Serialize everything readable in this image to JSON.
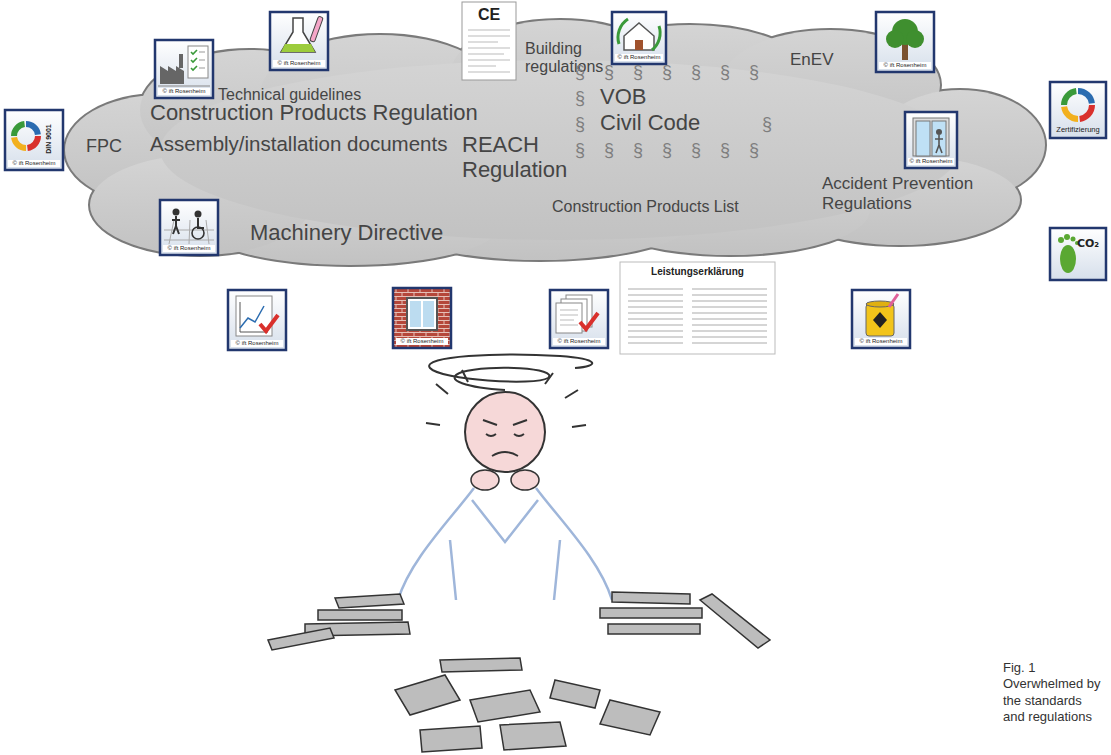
{
  "diagram": {
    "caption": "Fig. 1 Overwhelmed by the standards and regulations",
    "nodes": [
      {
        "text": [
          "Technical guidelines",
          "Building regulations",
          "Construction Products Regulation",
          "Assembly/installation documents",
          "FPC",
          "REACH Regulation",
          "§ § § § § § §",
          "§",
          "VOB",
          "§",
          "Civil Code",
          "§",
          "§ § § § § § §",
          "EnEV",
          "Construction Products List",
          "Accident Prevention Regulations",
          "Machinery Directive"
        ]
      }
    ],
    "labels": [
      "DIN 9001",
      "© ift Rosenheim",
      "© ift Rosenheim",
      "© ift Rosenheim",
      "© ift Rosenheim",
      "© ift Rosenheim",
      "© ift Rosenheim",
      "© ift Rosenheim",
      "© ift Rosenheim",
      "© ift Rosenheim",
      "© ift Rosenheim",
      "© ift Rosenheim",
      "CE",
      "Leistungserklärung",
      "Zertifizierung",
      "CO₂"
    ]
  }
}
